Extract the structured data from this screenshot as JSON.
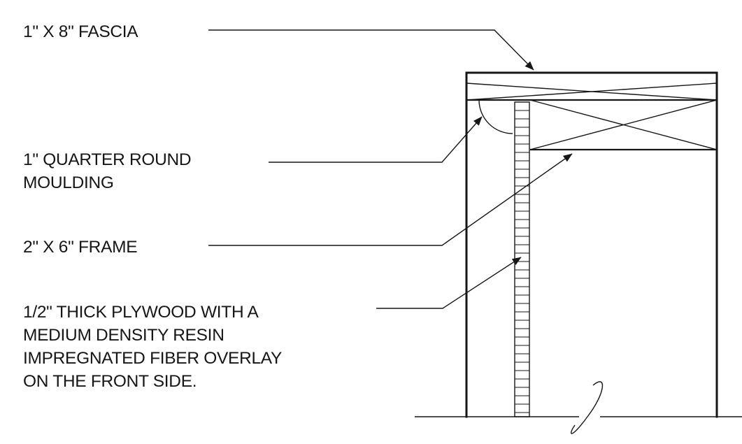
{
  "labels": {
    "fascia": "1\" X 8\" FASCIA",
    "quarter_round": [
      "1\" QUARTER ROUND",
      "MOULDING"
    ],
    "frame": "2\" X 6\" FRAME",
    "plywood": [
      "1/2\" THICK PLYWOOD WITH A",
      "MEDIUM DENSITY RESIN",
      "IMPREGNATED FIBER OVERLAY",
      "ON THE FRONT SIDE."
    ]
  },
  "colors": {
    "ink": "#161616",
    "background": "#ffffff"
  }
}
